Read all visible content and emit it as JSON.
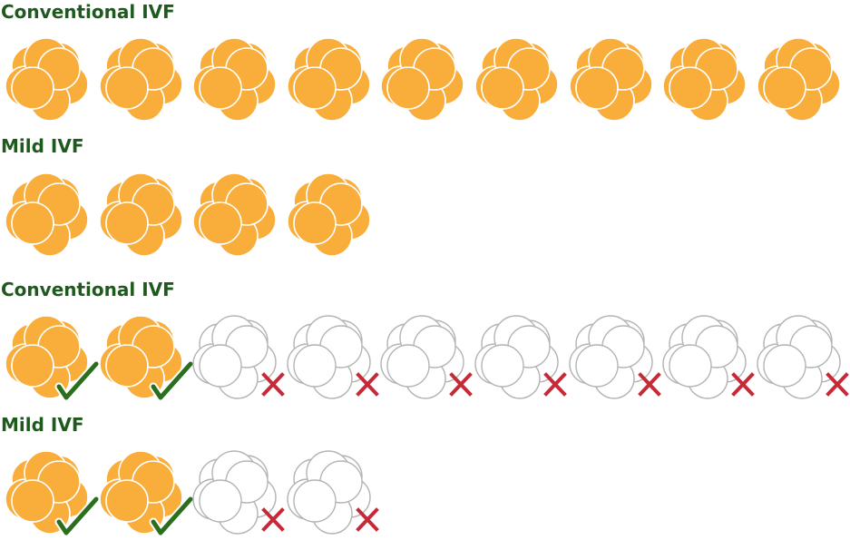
{
  "colors": {
    "label": "#1e5a1e",
    "viable_fill": "#f9ae3c",
    "nonviable_fill": "#ffffff",
    "nonviable_stroke": "#b4b4b4",
    "check": "#2a6e1e",
    "cross": "#c62a38"
  },
  "sections": [
    {
      "label": "Conventional IVF",
      "embryos": [
        {
          "state": "viable",
          "mark": "none"
        },
        {
          "state": "viable",
          "mark": "none"
        },
        {
          "state": "viable",
          "mark": "none"
        },
        {
          "state": "viable",
          "mark": "none"
        },
        {
          "state": "viable",
          "mark": "none"
        },
        {
          "state": "viable",
          "mark": "none"
        },
        {
          "state": "viable",
          "mark": "none"
        },
        {
          "state": "viable",
          "mark": "none"
        },
        {
          "state": "viable",
          "mark": "none"
        }
      ]
    },
    {
      "label": "Mild IVF",
      "embryos": [
        {
          "state": "viable",
          "mark": "none"
        },
        {
          "state": "viable",
          "mark": "none"
        },
        {
          "state": "viable",
          "mark": "none"
        },
        {
          "state": "viable",
          "mark": "none"
        }
      ]
    },
    {
      "label": "Conventional IVF",
      "embryos": [
        {
          "state": "viable",
          "mark": "check-icon"
        },
        {
          "state": "viable",
          "mark": "check-icon"
        },
        {
          "state": "nonviable",
          "mark": "cross-icon"
        },
        {
          "state": "nonviable",
          "mark": "cross-icon"
        },
        {
          "state": "nonviable",
          "mark": "cross-icon"
        },
        {
          "state": "nonviable",
          "mark": "cross-icon"
        },
        {
          "state": "nonviable",
          "mark": "cross-icon"
        },
        {
          "state": "nonviable",
          "mark": "cross-icon"
        },
        {
          "state": "nonviable",
          "mark": "cross-icon"
        }
      ]
    },
    {
      "label": "Mild IVF",
      "embryos": [
        {
          "state": "viable",
          "mark": "check-icon"
        },
        {
          "state": "viable",
          "mark": "check-icon"
        },
        {
          "state": "nonviable",
          "mark": "cross-icon"
        },
        {
          "state": "nonviable",
          "mark": "cross-icon"
        }
      ]
    }
  ]
}
